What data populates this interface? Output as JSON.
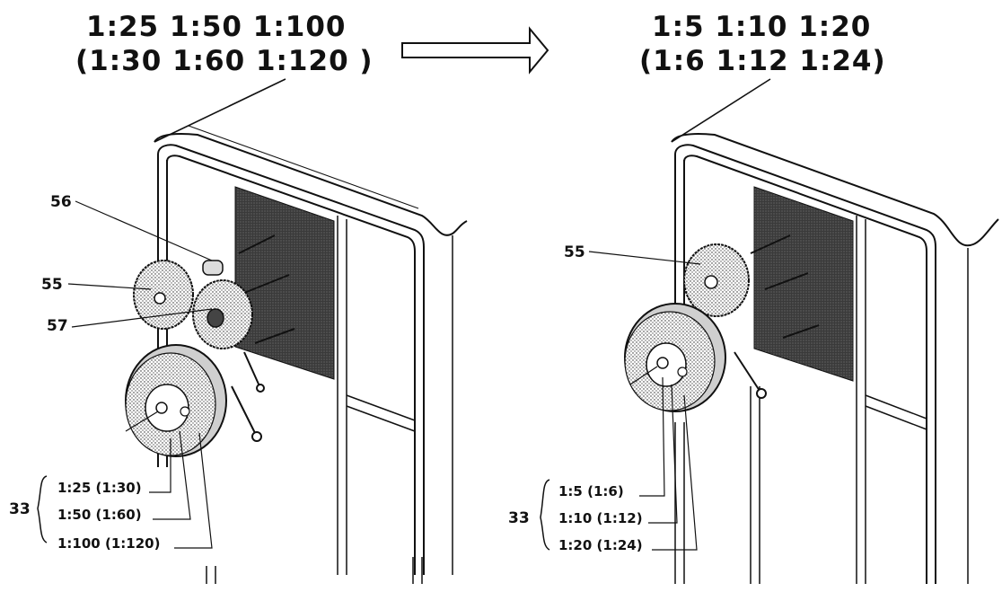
{
  "left": {
    "scale_main": "1:25  1:50  1:100",
    "scale_alt": "(1:30  1:60  1:120 )",
    "labels": {
      "p56": "56",
      "p55": "55",
      "p57": "57",
      "p33": "33"
    },
    "captions": [
      "1:25  (1:30)",
      "1:50  (1:60)",
      "1:100 (1:120)"
    ]
  },
  "right": {
    "scale_main": "1:5  1:10  1:20",
    "scale_alt": "(1:6  1:12  1:24)",
    "labels": {
      "p55": "55",
      "p33": "33"
    },
    "captions": [
      "1:5  (1:6)",
      "1:10  (1:12)",
      "1:20 (1:24)"
    ]
  },
  "colors": {
    "ink": "#111111",
    "panel": "#3a3a3a",
    "paper": "#ffffff",
    "gear": "#8a8a8a"
  },
  "icons": {
    "arrow": "right-arrow-icon"
  }
}
